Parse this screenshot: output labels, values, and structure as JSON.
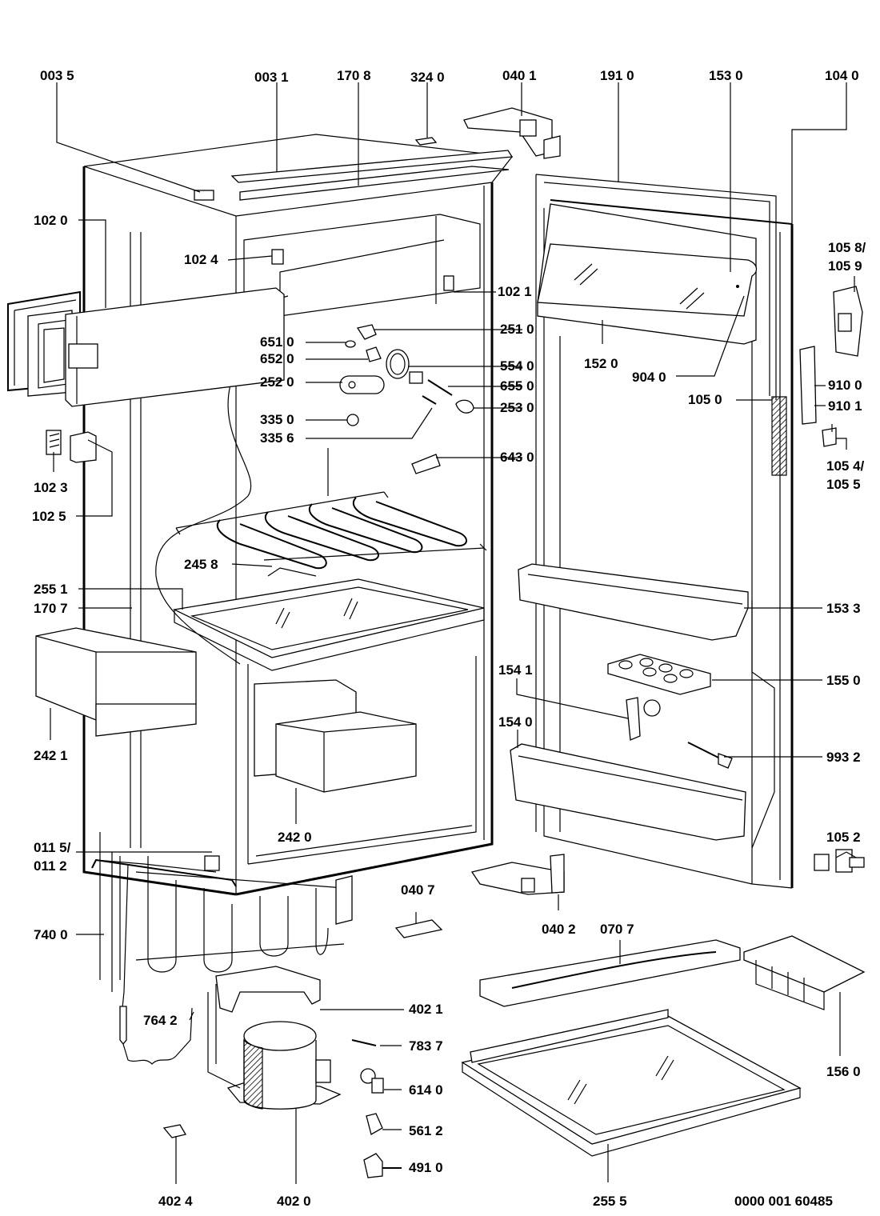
{
  "diagram": {
    "title": "Refrigerator exploded parts view",
    "document_number": "0000 001 60485",
    "labels": {
      "p0035": "003 5",
      "p0031": "003 1",
      "p1708": "170 8",
      "p3240": "324 0",
      "p0401": "040 1",
      "p1910": "191 0",
      "p1530": "153 0",
      "p1040": "104 0",
      "p1020": "102 0",
      "p1024": "102 4",
      "p1021": "102 1",
      "p1058": "105 8/",
      "p1059": "105 9",
      "p2510": "251 0",
      "p6510": "651 0",
      "p6520": "652 0",
      "p5540": "554 0",
      "p2520": "252 0",
      "p6550": "655 0",
      "p3350": "335 0",
      "p2530": "253 0",
      "p3356": "335 6",
      "p1520": "152 0",
      "p9040": "904 0",
      "p1050": "105 0",
      "p9100": "910 0",
      "p9101": "910 1",
      "p1023": "102 3",
      "p1025": "102 5",
      "p6430": "643 0",
      "p1054": "105 4/",
      "p1055": "105 5",
      "p2458": "245 8",
      "p2551": "255 1",
      "p1707": "170 7",
      "p1533": "153 3",
      "p1541": "154 1",
      "p1550": "155 0",
      "p1540": "154 0",
      "p2421": "242 1",
      "p9932": "993 2",
      "p2420": "242 0",
      "p0115": "011 5/",
      "p0112": "011 2",
      "p1052": "105 2",
      "p0407": "040 7",
      "p0402": "040 2",
      "p0707": "070 7",
      "p7400": "740 0",
      "p4021": "402 1",
      "p7642": "764 2",
      "p7837": "783 7",
      "p6140": "614 0",
      "p1560": "156 0",
      "p5612": "561 2",
      "p4910": "491 0",
      "p4024": "402 4",
      "p4020": "402 0",
      "p2555": "255 5"
    }
  }
}
